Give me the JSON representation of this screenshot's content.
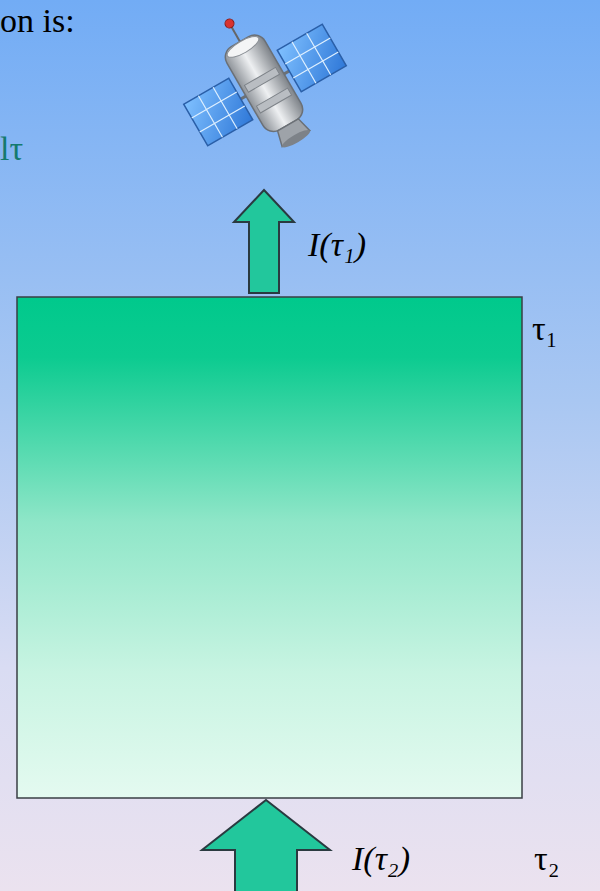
{
  "diagram": {
    "labels": [
      "on is:",
      "lτ",
      "I(τ₁)",
      "τ₁",
      "I(τ₂)",
      "τ₂"
    ]
  }
}
